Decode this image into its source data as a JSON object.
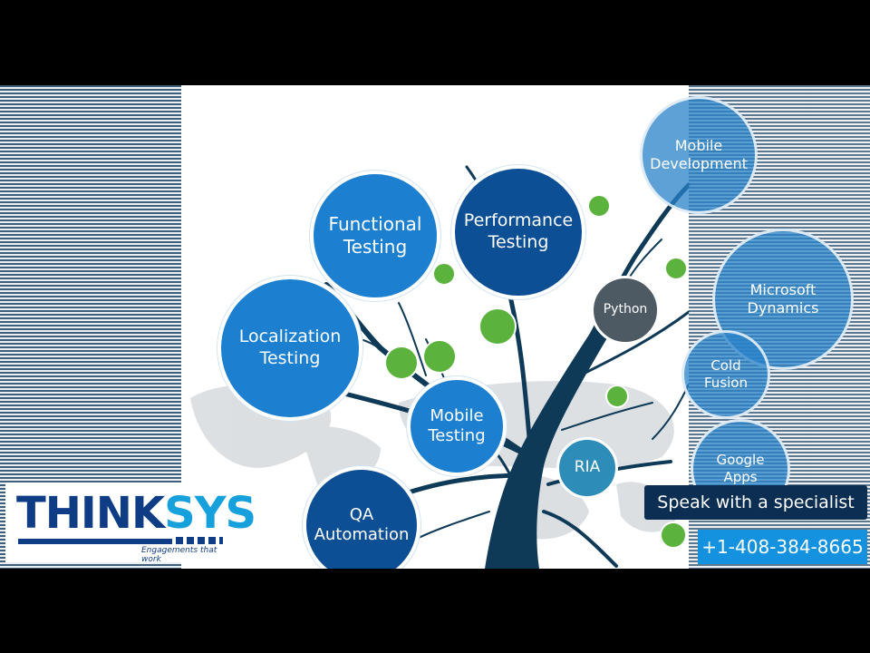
{
  "bubbles": {
    "functional": "Functional Testing",
    "performance": "Performance Testing",
    "localization": "Localization Testing",
    "mobile_testing": "Mobile Testing",
    "qa_automation": "QA Automation",
    "python": "Python",
    "ria": "RIA",
    "mobile_development": "Mobile Development",
    "microsoft_dynamics": "Microsoft Dynamics",
    "coldfusion": "Cold Fusion",
    "google_apps": "Google Apps"
  },
  "brand": {
    "logo_think": "THINK",
    "logo_sys": "SYS",
    "tagline": "Engagements that work"
  },
  "cta": {
    "label": "Speak with a specialist",
    "phone": "+1-408-384-8665"
  },
  "colors": {
    "brand_navy": "#0f3d85",
    "brand_blue": "#16a0dc",
    "bubble_blue": "#1c7fd0",
    "bubble_navy": "#0c4f95",
    "leaf_green": "#5bb33d",
    "cta_bg": "#0b2e52",
    "phone_bg": "#1592df"
  }
}
